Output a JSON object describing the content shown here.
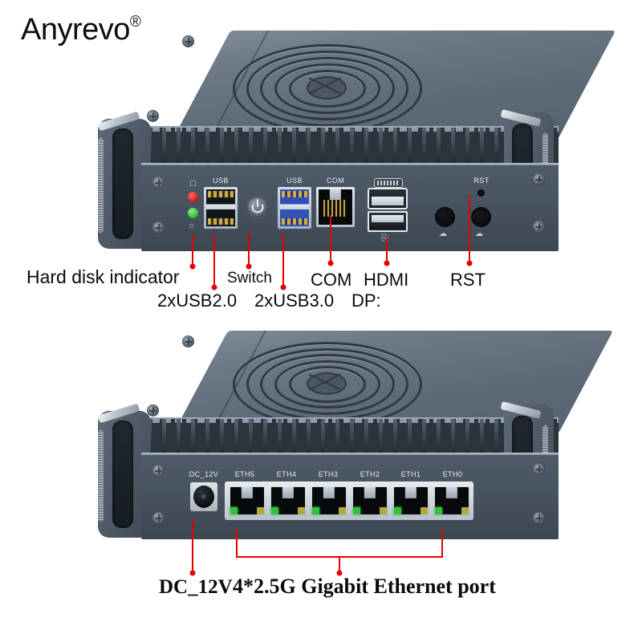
{
  "brand": {
    "name": "Anyrevo",
    "registered_mark": "®"
  },
  "colors": {
    "chassis": "#5e6b79",
    "face_plate": "#47535f",
    "leader_line": "#e60000",
    "led_red": "#cc1f1f",
    "led_green": "#2fbd2f",
    "usb3_blue": "#2f52b8",
    "rj45_led_green": "#2fc23a",
    "rj45_led_yellow": "#b0a93a",
    "chrome_accent": "#b9c3cc",
    "text": "#0a0a0a"
  },
  "front_panel": {
    "silk_labels": {
      "usb20": "USB",
      "usb30": "USB",
      "com": "COM",
      "rst": "RST"
    },
    "indicator_icons": {
      "hdd": "hdd-icon",
      "power_led": "brightness-icon"
    },
    "port_icons": {
      "power_button": "power-icon",
      "hdmi": "hdmi-icon",
      "displayport": "dp-icon",
      "wifi_left": "wifi-icon",
      "wifi_right": "wifi-icon"
    },
    "callouts": [
      {
        "id": "hard-disk-indicator",
        "label": "Hard disk indicator"
      },
      {
        "id": "usb20",
        "label": "2xUSB2.0"
      },
      {
        "id": "switch",
        "label": "Switch"
      },
      {
        "id": "usb30",
        "label": "2xUSB3.0"
      },
      {
        "id": "com",
        "label": "COM"
      },
      {
        "id": "hdmi",
        "label": "HDMI"
      },
      {
        "id": "dp",
        "label": "DP:"
      },
      {
        "id": "rst",
        "label": "RST"
      }
    ]
  },
  "rear_panel": {
    "silk_labels": {
      "dc": "DC_12V",
      "eth": [
        "ETH5",
        "ETH4",
        "ETH3",
        "ETH2",
        "ETH1",
        "ETH0"
      ]
    },
    "callouts": [
      {
        "id": "dc-12v",
        "label": "DC_12V"
      },
      {
        "id": "ethernet",
        "label": "4*2.5G Gigabit Ethernet port"
      }
    ]
  }
}
